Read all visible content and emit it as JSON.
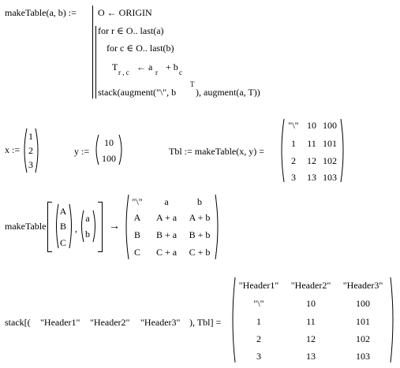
{
  "def": {
    "head": "makeTable(a, b) :=",
    "lines": [
      "O ← ORIGIN",
      "for r ∈ O.. last(a)",
      "for c ∈ O.. last(b)",
      "T",
      "← a",
      "+ b",
      "stack(augment(\"\\\", b",
      "), augment(a, T))"
    ],
    "t_sub": "r , c",
    "a_sub": "r",
    "b_sub": "c",
    "sup_T": "T"
  },
  "x": {
    "label": "x :=",
    "values": [
      "1",
      "2",
      "3"
    ]
  },
  "y": {
    "label": "y :=",
    "values": [
      "10",
      "100"
    ]
  },
  "tbl": {
    "label": "Tbl := makeTable(x, y) =",
    "rows": [
      [
        "\"\\\"",
        "10",
        "100"
      ],
      [
        "1",
        "11",
        "101"
      ],
      [
        "2",
        "12",
        "102"
      ],
      [
        "3",
        "13",
        "103"
      ]
    ]
  },
  "sym": {
    "label": "makeTable",
    "a": [
      "A",
      "B",
      "C"
    ],
    "b": [
      "a",
      "b"
    ],
    "arrow": "→",
    "comma": ",",
    "rows": [
      [
        "\"\\\"",
        "a",
        "b"
      ],
      [
        "A",
        "A + a",
        "A + b"
      ],
      [
        "B",
        "B + a",
        "B + b"
      ],
      [
        "C",
        "C + a",
        "C + b"
      ]
    ]
  },
  "stack": {
    "label_start": "stack[(",
    "headers": [
      "\"Header1\"",
      "\"Header2\"",
      "\"Header3\""
    ],
    "label_end": "), Tbl] =",
    "rows": [
      [
        "\"Header1\"",
        "\"Header2\"",
        "\"Header3\""
      ],
      [
        "\"\\\"",
        "10",
        "100"
      ],
      [
        "1",
        "11",
        "101"
      ],
      [
        "2",
        "12",
        "102"
      ],
      [
        "3",
        "13",
        "103"
      ]
    ]
  }
}
